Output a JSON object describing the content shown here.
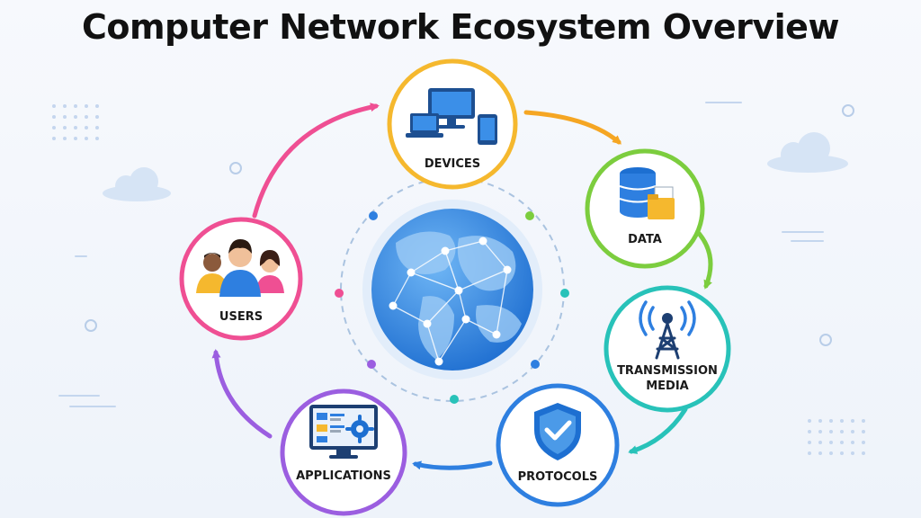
{
  "title": "Computer Network Ecosystem Overview",
  "nodes": [
    {
      "id": "devices",
      "label": "DEVICES",
      "color": "#f5b82e",
      "icon": "devices-icon"
    },
    {
      "id": "data",
      "label": "DATA",
      "color": "#7ccd3e",
      "icon": "database-icon"
    },
    {
      "id": "transmission",
      "label_line1": "TRANSMISSION",
      "label_line2": "MEDIA",
      "color": "#28c2b9",
      "icon": "antenna-tower-icon"
    },
    {
      "id": "protocols",
      "label": "PROTOCOLS",
      "color": "#2e7fe0",
      "icon": "shield-check-icon"
    },
    {
      "id": "applications",
      "label": "APPLICATIONS",
      "color": "#9b5ee0",
      "icon": "app-window-icon"
    },
    {
      "id": "users",
      "label": "USERS",
      "color": "#ef4f93",
      "icon": "users-icon"
    }
  ],
  "center": {
    "icon": "globe-network-icon"
  },
  "colors": {
    "arrow_users_devices": "#ef4f93",
    "arrow_devices_data": "#f5a623",
    "arrow_data_transmission": "#7ccd3e",
    "arrow_transmission_protocols": "#28c2b9",
    "arrow_protocols_applications": "#2e7fe0",
    "arrow_applications_users": "#9b5ee0"
  }
}
